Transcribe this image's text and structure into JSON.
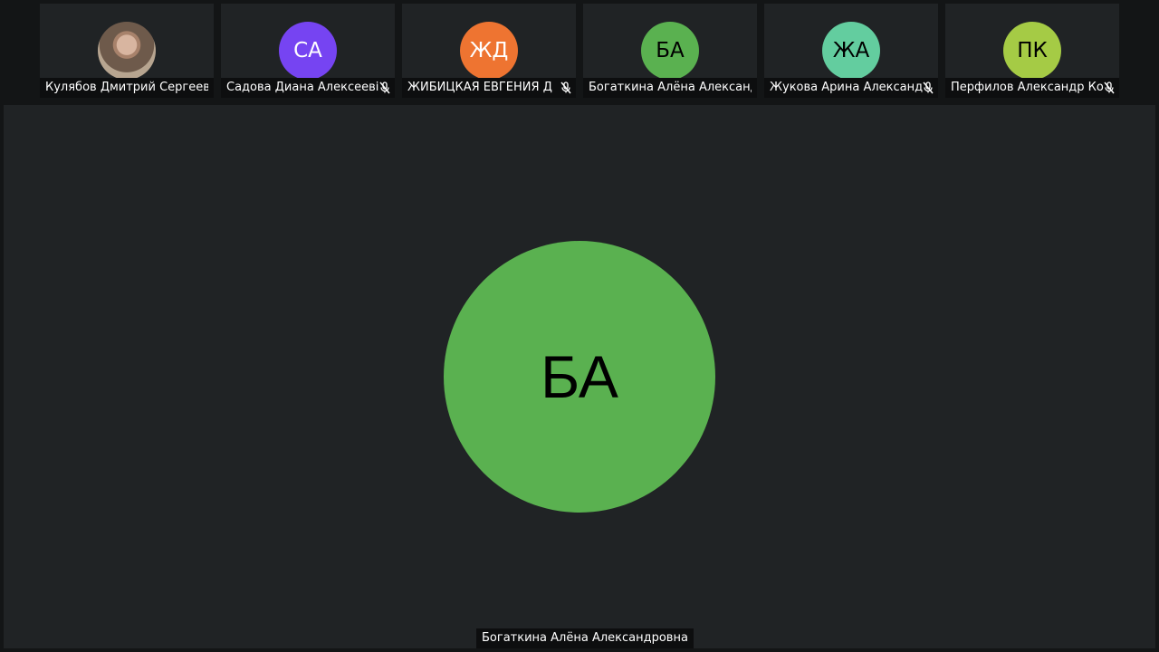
{
  "participants": [
    {
      "name": "Кулябов Дмитрий Сергееви",
      "initials": "",
      "color": "",
      "muted": false,
      "photo": true
    },
    {
      "name": "Садова Диана Алексееві",
      "initials": "СА",
      "color": "#7644f2",
      "text_color": "#ffffff",
      "muted": true
    },
    {
      "name": "ЖИБИЦКАЯ ЕВГЕНИЯ Д",
      "initials": "ЖД",
      "color": "#ee7431",
      "text_color": "#ffffff",
      "muted": true
    },
    {
      "name": "Богаткина Алёна Александр",
      "initials": "БА",
      "color": "#5ab150",
      "text_color": "#000000",
      "muted": false
    },
    {
      "name": "Жукова Арина Александ",
      "initials": "ЖА",
      "color": "#63cd9f",
      "text_color": "#000000",
      "muted": true
    },
    {
      "name": "Перфилов Александр Ко",
      "initials": "ПК",
      "color": "#a5cb45",
      "text_color": "#000000",
      "muted": true
    }
  ],
  "speaker": {
    "initials": "БА",
    "name": "Богаткина Алёна Александровна",
    "color": "#5ab150"
  }
}
